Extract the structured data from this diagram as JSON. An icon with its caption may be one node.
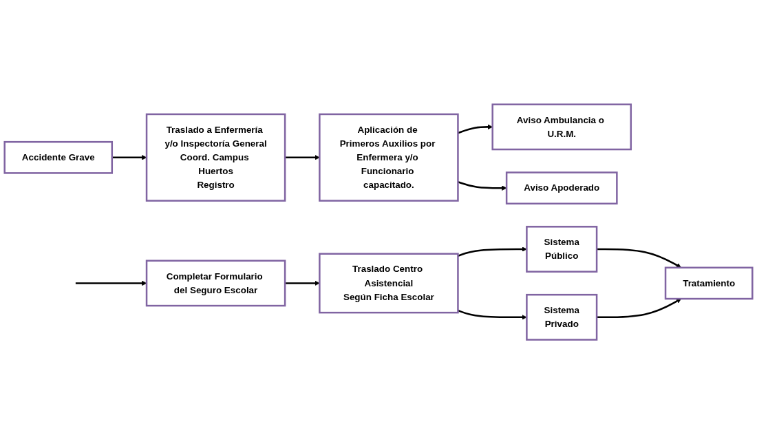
{
  "diagram": {
    "nodes": [
      {
        "text": [
          "Accidente Grave"
        ]
      },
      {
        "text": [
          "Traslado a Enfermería y/o Inspectoría General",
          "Coord. Campus Huertos",
          "Registro"
        ]
      },
      {
        "text": [
          "Aplicación de Primeros Auxilios por Enfermera y/o Funcionario capacitado."
        ]
      },
      {
        "text": [
          "Aviso Ambulancia o U.R.M."
        ]
      },
      {
        "text": [
          "Aviso Apoderado"
        ]
      },
      {
        "text": [
          "Completar Formulario del Seguro Escolar"
        ]
      },
      {
        "text": [
          "Traslado Centro Asistencial",
          "Según Ficha Escolar"
        ]
      },
      {
        "text": [
          "Sistema",
          "Público"
        ]
      },
      {
        "text": [
          "Sistema",
          "Privado"
        ]
      },
      {
        "text": [
          "Tratamiento"
        ]
      }
    ],
    "edges": [
      {
        "from": 0,
        "to": 1,
        "arrow": "to"
      },
      {
        "from": 1,
        "to": 2,
        "arrow": "to"
      },
      {
        "from": 2,
        "to": 3,
        "arrow": "to"
      },
      {
        "from": 2,
        "to": 4,
        "arrow": "to"
      },
      {
        "from": null,
        "to": 5,
        "arrow": "to"
      },
      {
        "from": 5,
        "to": 6,
        "arrow": "to"
      },
      {
        "from": 6,
        "to": 7,
        "arrow": "to"
      },
      {
        "from": 6,
        "to": 8,
        "arrow": "to"
      },
      {
        "from": 7,
        "to": 9,
        "arrow": "to"
      },
      {
        "from": 8,
        "to": 9,
        "arrow": "to"
      }
    ]
  }
}
